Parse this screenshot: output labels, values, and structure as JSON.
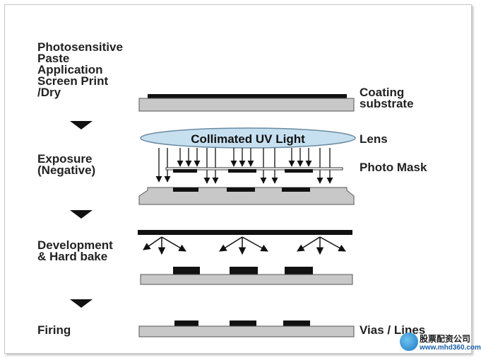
{
  "steps": {
    "paste_application": [
      "Photosensitive",
      "Paste",
      "Application",
      "Screen Print",
      "/Dry"
    ],
    "exposure": [
      "Exposure",
      "(Negative)"
    ],
    "development": [
      "Development",
      "& Hard bake"
    ],
    "firing": "Firing"
  },
  "labels": {
    "coating_substrate": [
      "Coating",
      "substrate"
    ],
    "lens": "Lens",
    "photo_mask": "Photo Mask",
    "vias_lines": "Vias / Lines"
  },
  "lens_text": "Collimated UV Light",
  "watermark": {
    "brand": "股票配资公司",
    "url": "www.mhd360.com"
  },
  "colors": {
    "substrate": "#c8c8c8",
    "lens": "#c6e0f0",
    "dark": "#111111",
    "text": "#222222"
  }
}
